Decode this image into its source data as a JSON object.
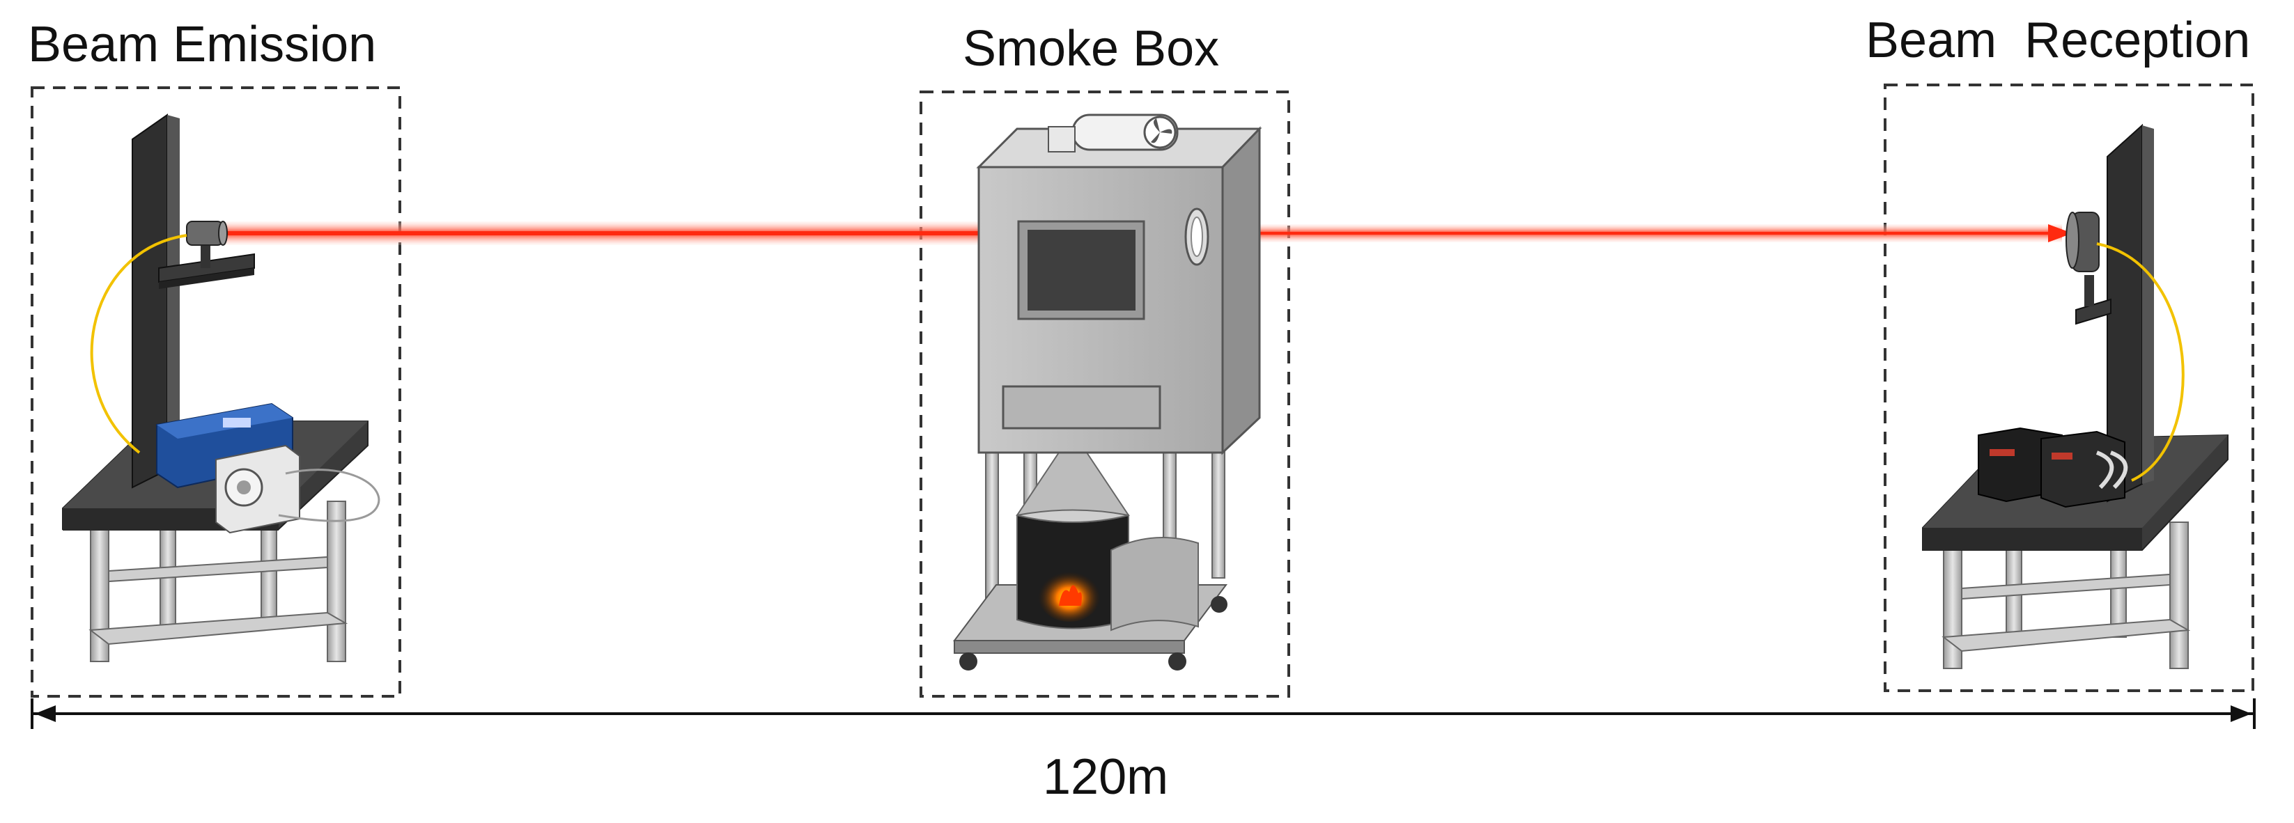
{
  "labels": {
    "emission": "Beam Emission",
    "smoke_box": "Smoke Box",
    "reception": "Beam  Reception",
    "distance": "120m"
  },
  "colors": {
    "beam": "#ff4a2a",
    "beam_glow": "#ffb3a0",
    "table_top": "#3a3a3a",
    "metal_frame": "#c8c8c8",
    "smoke_box_body": "#b9b9b9",
    "cable": "#f2c200",
    "dashed_border": "#333333"
  },
  "icons": [
    "laser-emitter-icon",
    "receiver-sensor-icon",
    "fan-icon",
    "flame-icon",
    "optical-power-meter-icon",
    "laser-controller-icon"
  ]
}
